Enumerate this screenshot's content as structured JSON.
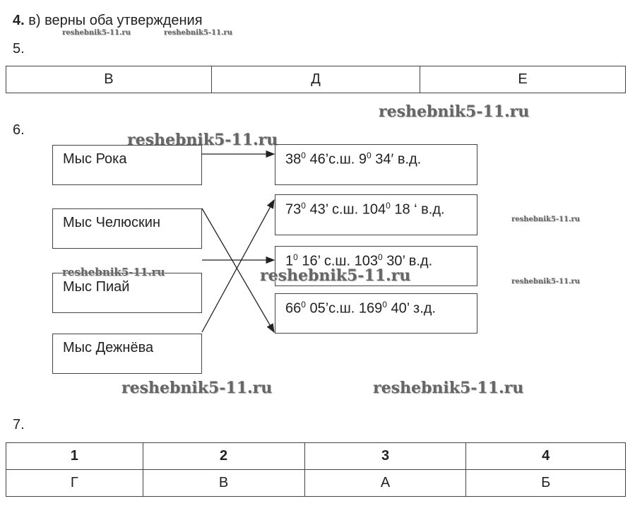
{
  "q4": {
    "num": "4.",
    "text": " в) верны оба утверждения"
  },
  "q5": {
    "num": "5.",
    "cells": [
      "В",
      "Д",
      "Е"
    ]
  },
  "q6": {
    "num": "6.",
    "capes": [
      "Мыс Рока",
      "Мыс Челюскин",
      "Мыс Пиай",
      "Мыс Дежнёва"
    ],
    "coords": [
      {
        "d1": "38",
        "r1": " 46’с.ш. ",
        "d2": "9",
        "r2": " 34′ в.д."
      },
      {
        "d1": "73",
        "r1": " 43’ с.ш. ",
        "d2": "104",
        "r2": " 18 ‘ в.д."
      },
      {
        "d1": "1",
        "r1": " 16’ с.ш. ",
        "d2": "103",
        "r2": " 30’ в.д."
      },
      {
        "d1": "66",
        "r1": " 05’с.ш. ",
        "d2": "169",
        "r2": " 40’ з.д."
      }
    ],
    "deg": "0"
  },
  "q7": {
    "num": "7.",
    "headers": [
      "1",
      "2",
      "3",
      "4"
    ],
    "answers": [
      "Г",
      "В",
      "А",
      "Б"
    ]
  },
  "watermark": "reshebnik5-11.ru"
}
